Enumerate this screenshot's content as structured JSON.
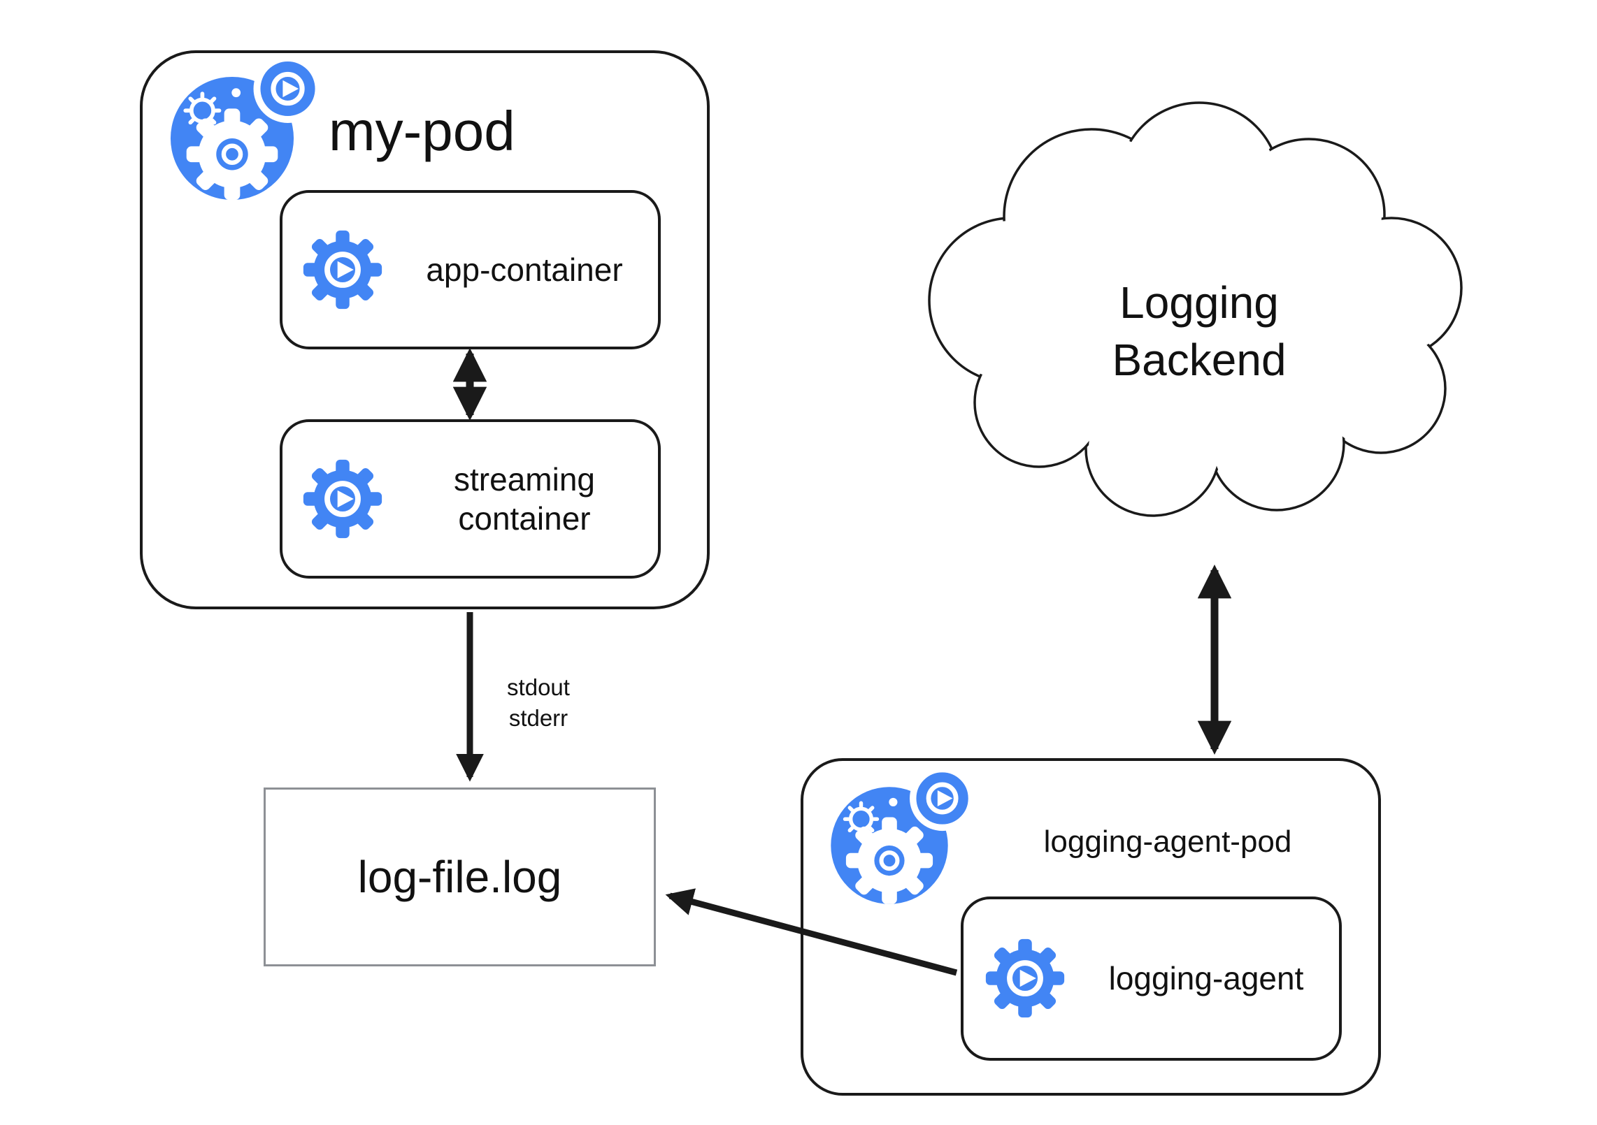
{
  "colors": {
    "accent_blue": "#4285f4",
    "line": "#1a1a1a",
    "logfile_border": "#8d9095"
  },
  "my_pod": {
    "label": "my-pod",
    "containers": [
      {
        "label": "app-container"
      },
      {
        "label": "streaming container"
      }
    ]
  },
  "log_file": {
    "label": "log-file.log"
  },
  "cloud": {
    "label": "Logging Backend"
  },
  "logging_agent_pod": {
    "label": "logging-agent-pod",
    "containers": [
      {
        "label": "logging-agent"
      }
    ]
  },
  "labels": {
    "stdout": "stdout",
    "stderr": "stderr"
  },
  "icons": {
    "pod": "pod-icon",
    "container": "container-icon"
  }
}
